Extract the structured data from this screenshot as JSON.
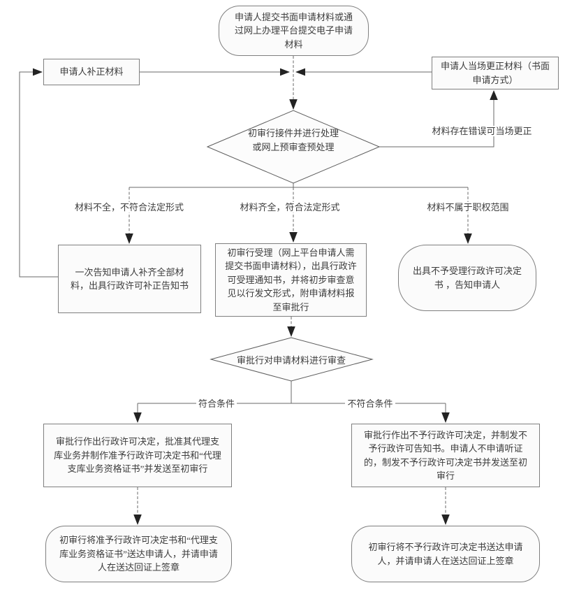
{
  "nodes": {
    "start": "申请人提交书面申请材料或通过网上办理平台提交电子申请材料",
    "supplement": "申请人补正材料",
    "onsite_correction": "申请人当场更正材料（书面申请方式）",
    "decision_intake": "初审行接件并进行处理或网上预审查预处理",
    "notify_supplement": "一次告知申请人补齐全部材料，出具行政许可补正告知书",
    "accept": "初审行受理（网上平台申请人需提交书面申请材料），出具行政许可受理通知书，并将初步审查意见以行发文形式，附申请材料报至审批行",
    "reject_acceptance": "出具不予受理行政许可决定书 ，告知申请人",
    "decision_review": "审批行对申请材料进行审查",
    "approve": "审批行作出行政许可决定，批准其代理支库业务并制作准予行政许可决定书和“代理支库业务资格证书”并发送至初审行",
    "deny": "审批行作出不予行政许可决定，并制发不予行政许可告知书。申请人不申请听证的，制发不予行政许可决定书并发送至初审行",
    "deliver_approval": "初审行将准予行政许可决定书和“代理支库业务资格证书”送达申请人，并请申请人在送达回证上签章",
    "deliver_denial": "初审行将不予行政许可决定书送达申请人，并请申请人在送达回证上签章"
  },
  "edge_labels": {
    "onsite_correctable": "材料存在错误可当场更正",
    "incomplete": "材料不全，不符合法定形式",
    "complete": "材料齐全，符合法定形式",
    "out_of_scope": "材料不属于职权范围",
    "meets": "符合条件",
    "not_meets": "不符合条件"
  },
  "colors": {
    "background": "#ffffff",
    "line": "#6a6a6a",
    "arrow": "#232323",
    "box_fill": "#fbfbfb",
    "box_border": "#7f7f7f",
    "text": "#3c3c3c"
  }
}
